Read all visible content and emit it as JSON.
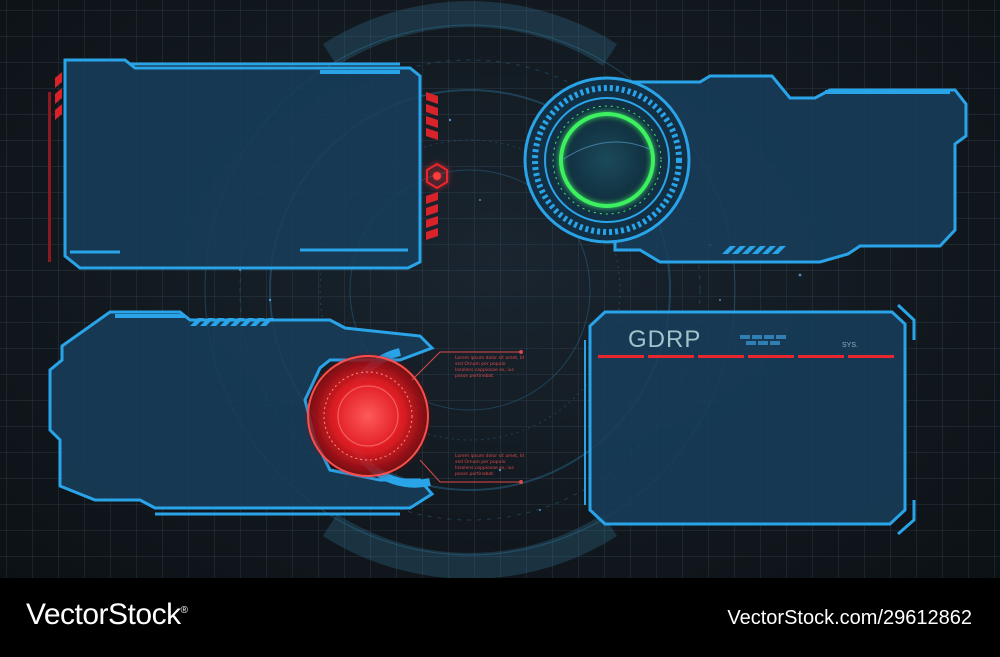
{
  "panel_br": {
    "title": "GDRP",
    "sys_label": "SYS."
  },
  "annotations": {
    "top": "Lorem ipsum dolor sit amet, Id sed Ornum per populo Insolens coppiosae ex, ius posse pertinebat.",
    "bottom": "Lorem ipsum dolor sit amet, Id sed Ornum per populo Insolens coppiosae ex, ius posse pertinebat."
  },
  "watermark": {
    "brand": "VectorStock",
    "brand_mark": "®",
    "stock_id": "VectorStock.com/29612862"
  },
  "colors": {
    "frame_blue": "#2aa4e8",
    "panel_fill": "#153a57",
    "accent_red": "#e8262d",
    "accent_green": "#3cf060"
  }
}
